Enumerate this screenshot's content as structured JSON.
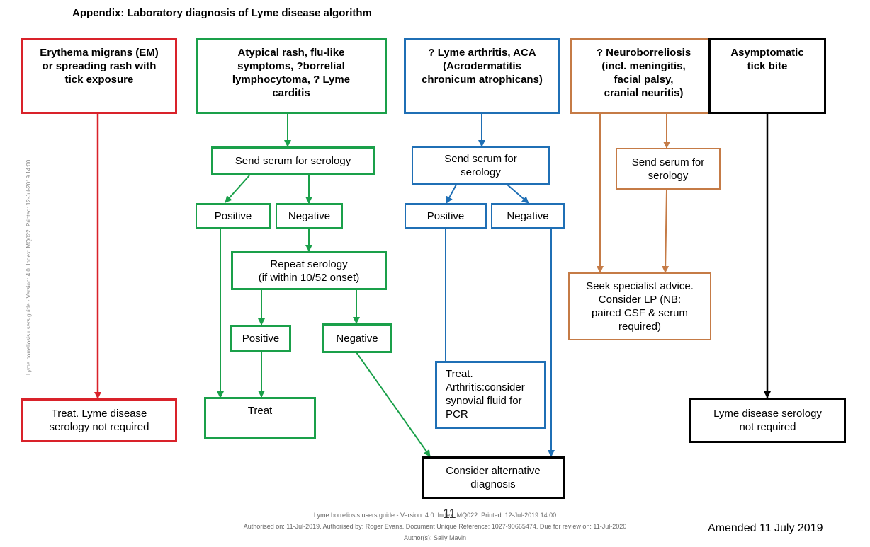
{
  "title": "Appendix: Laboratory diagnosis of Lyme disease algorithm",
  "colors": {
    "red": "#d9222a",
    "green": "#1aa04a",
    "blue": "#1f6fb5",
    "orange": "#c57b46",
    "black": "#000000"
  },
  "headers": {
    "em": "Erythema migrans (EM)\nor spreading rash with\ntick exposure",
    "atypical": "Atypical rash, flu-like\nsymptoms, ?borrelial\nlymphocytoma, ? Lyme\ncarditis",
    "arthritis": "? Lyme arthritis, ACA\n(Acrodermatitis\nchronicum atrophicans)",
    "neuro": "? Neuroborreliosis\n(incl. meningitis,\nfacial palsy,\ncranial neuritis)",
    "asymptomatic": "Asymptomatic\ntick bite"
  },
  "nodes": {
    "green_send": "Send serum for serology",
    "green_positive": "Positive",
    "green_negative": "Negative",
    "green_repeat": "Repeat serology\n(if within 10/52 onset)",
    "green_positive2": "Positive",
    "green_negative2": "Negative",
    "green_treat": "Treat",
    "blue_send": "Send serum for\nserology",
    "blue_positive": "Positive",
    "blue_negative": "Negative",
    "blue_treat": "Treat.\nArthritis:consider\nsynovial fluid for\nPCR",
    "orange_send": "Send serum for\nserology",
    "orange_advice": "Seek specialist advice.\nConsider LP (NB:\npaired CSF & serum\nrequired)",
    "red_treat": "Treat.  Lyme disease\nserology not required",
    "black_not_required": "Lyme disease serology\nnot required",
    "alternative": "Consider alternative\ndiagnosis"
  },
  "sidebar_text": "Lyme borreliosis users guide - Version: 4.0. Index: MQ022. Printed: 12-Jul-2019 14:00",
  "footer": {
    "line1": "Lyme borreliosis users guide - Version: 4.0. Index: MQ022. Printed: 12-Jul-2019 14:00",
    "line2": "Authorised on: 11-Jul-2019. Authorised by: Roger Evans. Document Unique Reference: 1027-90665474. Due for review on: 11-Jul-2020",
    "line3": "Author(s): Sally Mavin",
    "page": "11"
  },
  "amended": "Amended 11 July 2019"
}
